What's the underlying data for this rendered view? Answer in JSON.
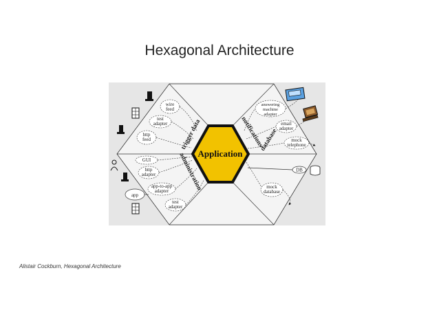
{
  "slide": {
    "title": "Hexagonal Architecture",
    "caption": "Alistair Cockburn, Hexagonal Architecture"
  },
  "diagram": {
    "core_label": "Application",
    "ring_labels": {
      "trigger_data": "trigger data",
      "notifications": "notifications",
      "administration": "administration",
      "database": "database"
    },
    "adapters": {
      "wire_feed": "wire\nfeed",
      "http_feed": "http\nfeed",
      "test_adapter_top": "test\nadapter",
      "gui": "GUI",
      "http_adapter": "http\nadapter",
      "app_to_app_adapter": "app-to-app\nadapter",
      "test_adapter_bottom": "test\nadapter",
      "app": "app",
      "answering_machine_adapter": "answering\nmachine\nadapter",
      "email_adapter": "email\nadapter",
      "mock_telephone": "mock\ntelephone",
      "db": "DB",
      "mock_database": "mock\ndatabase"
    },
    "colors": {
      "core_fill": "#f2c200",
      "background": "#e6e6e6",
      "outline": "#111111"
    },
    "icons": [
      "microscope-icon",
      "spreadsheet-icon",
      "person-icon",
      "answering-machine-icon",
      "laptop-icon",
      "database-cylinder-icon"
    ]
  }
}
